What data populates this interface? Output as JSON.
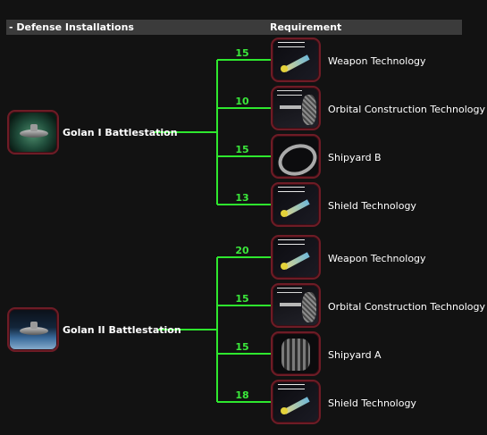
{
  "header": {
    "left_label": "- Defense Installations",
    "right_label": "Requirement"
  },
  "colors": {
    "connector": "#2ee82e",
    "count_text": "#3be83b",
    "thumb_border": "#6e1c26",
    "header_bg": "#3b3b3b"
  },
  "installations": [
    {
      "name": "Golan I Battlestation",
      "requirements": [
        {
          "count": "15",
          "label": "Weapon Technology"
        },
        {
          "count": "10",
          "label": "Orbital Construction Technology"
        },
        {
          "count": "15",
          "label": "Shipyard B"
        },
        {
          "count": "13",
          "label": "Shield Technology"
        }
      ]
    },
    {
      "name": "Golan II Battlestation",
      "requirements": [
        {
          "count": "20",
          "label": "Weapon Technology"
        },
        {
          "count": "15",
          "label": "Orbital Construction Technology"
        },
        {
          "count": "15",
          "label": "Shipyard A"
        },
        {
          "count": "18",
          "label": "Shield Technology"
        }
      ]
    }
  ]
}
